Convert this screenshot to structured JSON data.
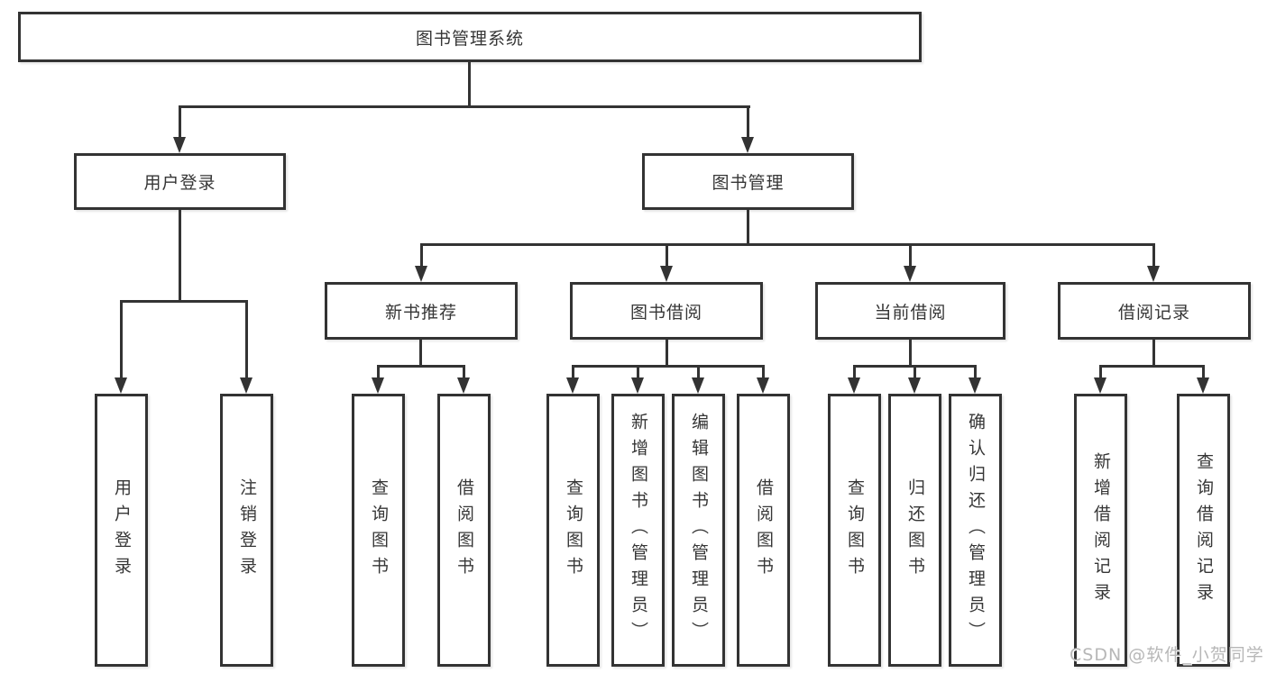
{
  "diagram_title": "图书管理系统",
  "tree": {
    "root": {
      "label": "图书管理系统"
    },
    "branches": [
      {
        "label": "用户登录",
        "children": [
          {
            "label": "用户登录"
          },
          {
            "label": "注销登录"
          }
        ]
      },
      {
        "label": "图书管理",
        "children": [
          {
            "label": "新书推荐",
            "children": [
              {
                "label": "查询图书"
              },
              {
                "label": "借阅图书"
              }
            ]
          },
          {
            "label": "图书借阅",
            "children": [
              {
                "label": "查询图书"
              },
              {
                "label": "新增图书（管理员）"
              },
              {
                "label": "编辑图书（管理员）"
              },
              {
                "label": "借阅图书"
              }
            ]
          },
          {
            "label": "当前借阅",
            "children": [
              {
                "label": "查询图书"
              },
              {
                "label": "归还图书"
              },
              {
                "label": "确认归还（管理员）"
              }
            ]
          },
          {
            "label": "借阅记录",
            "children": [
              {
                "label": "新增借阅记录"
              },
              {
                "label": "查询借阅记录"
              }
            ]
          }
        ]
      }
    ]
  },
  "colors": {
    "line": "#333333",
    "watermark_text": "#b7b7b7"
  },
  "watermark": {
    "text": "CSDN @软件_小贺同学"
  }
}
